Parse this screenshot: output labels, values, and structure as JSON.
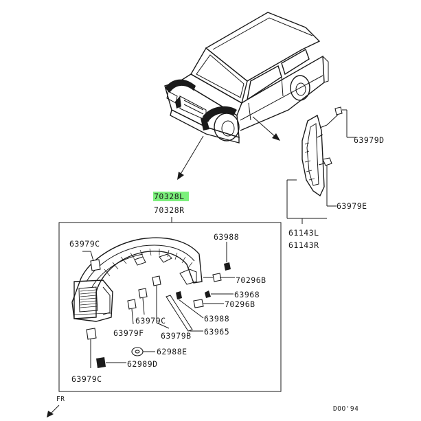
{
  "parts": {
    "top_highlight": "70328L",
    "top_right": "70328R",
    "p63979D": "63979D",
    "p63979E": "63979E",
    "p61143L": "61143L",
    "p61143R": "61143R",
    "p63979C_top": "63979C",
    "p63988_top": "63988",
    "p70296B_top": "70296B",
    "p63968": "63968",
    "p70296B_mid": "70296B",
    "p63979C_mid": "63979C",
    "p63988_mid": "63988",
    "p63979F": "63979F",
    "p63979B": "63979B",
    "p63965": "63965",
    "p62988E": "62988E",
    "p62989D": "62989D",
    "p63979C_bot": "63979C"
  },
  "footer": {
    "front_marker": "FR",
    "diagram_code": "DOO'94"
  },
  "colors": {
    "highlight": "#7cf07c",
    "ink": "#1a1a1a"
  }
}
